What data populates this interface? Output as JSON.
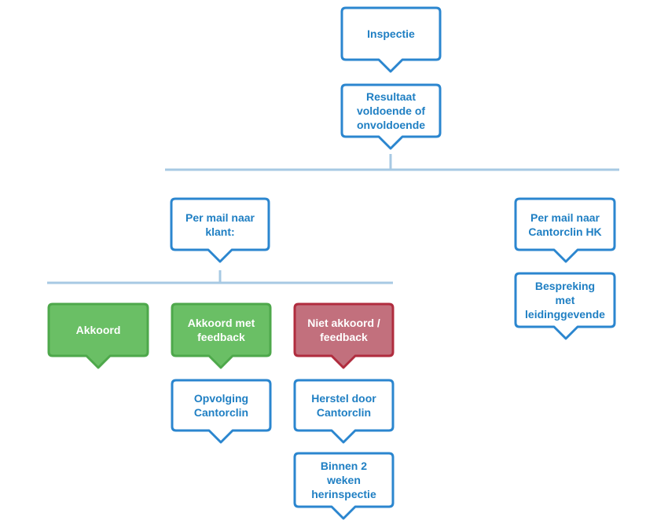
{
  "diagram": {
    "colors": {
      "blue_stroke": "#2b86cf",
      "connector": "#a7c9e3",
      "green_fill": "#6abf65",
      "green_stroke": "#4ea84b",
      "red_fill": "#c2707d",
      "red_stroke": "#b02c3e",
      "blue_text": "#1f7fc3"
    },
    "nodes": {
      "inspectie": "Inspectie",
      "resultaat": "Resultaat\nvoldoende of\nonvoldoende",
      "mail_klant": "Per mail naar\nklant:",
      "mail_cantorclin": "Per mail naar\nCantorclin HK",
      "bespreking": "Bespreking\nmet\nleidinggevende",
      "akkoord": "Akkoord",
      "akkoord_feedback": "Akkoord met\nfeedback",
      "niet_akkoord": "Niet akkoord /\nfeedback",
      "opvolging": "Opvolging\nCantorclin",
      "herstel": "Herstel door\nCantorclin",
      "herinspectie": "Binnen 2\nweken\nherinspectie"
    }
  }
}
